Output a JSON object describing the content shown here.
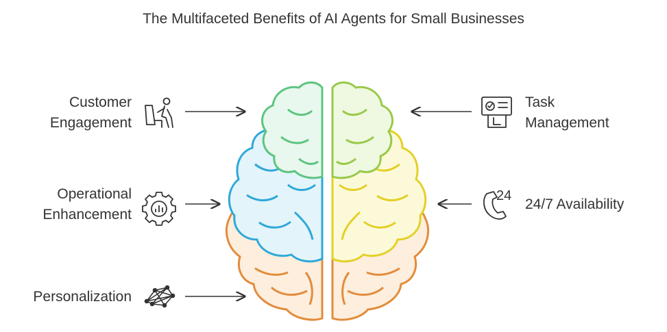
{
  "title": "The Multifaceted Benefits of AI Agents for Small Businesses",
  "left_items": [
    {
      "line1": "Customer",
      "line2": "Engagement",
      "icon": "person-at-desk-icon"
    },
    {
      "line1": "Operational",
      "line2": "Enhancement",
      "icon": "gear-chart-icon"
    },
    {
      "line1": "Personalization",
      "line2": "",
      "icon": "network-nodes-icon"
    }
  ],
  "right_items": [
    {
      "line1": "Task",
      "line2": "Management",
      "icon": "presentation-board-icon"
    },
    {
      "line1": "24/7 Availability",
      "line2": "",
      "icon": "phone-24-icon"
    }
  ],
  "icon_text": {
    "availability_badge": "24"
  },
  "colors": {
    "green": "#5cc47f",
    "green_fill": "#e8f8ee",
    "lime": "#98c948",
    "lime_fill": "#eff8e1",
    "blue": "#2ea8d8",
    "blue_fill": "#e3f4fb",
    "yellow": "#e3d025",
    "yellow_fill": "#fcf9d9",
    "orange": "#e28c3c",
    "orange_fill": "#fdeedd",
    "ink": "#333333"
  }
}
